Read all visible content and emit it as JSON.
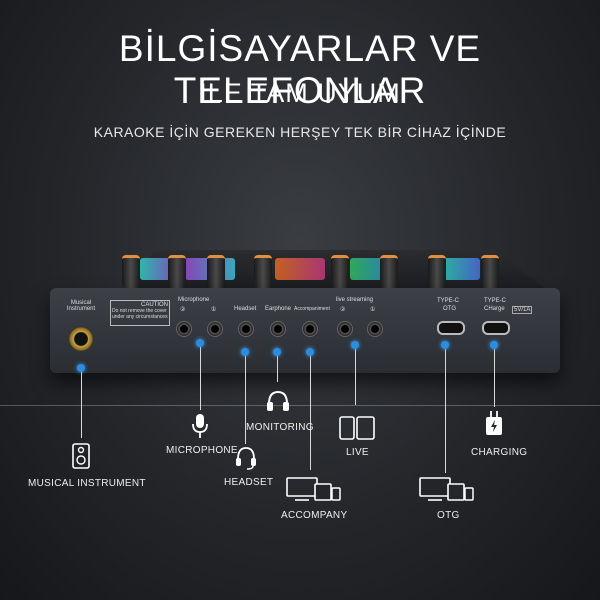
{
  "headline": {
    "line1": "BİLGİSAYARLAR VE TELEFONLAR",
    "line2": "İLE TAM UYUM",
    "subtitle": "KARAOKE İÇİN GEREKEN HERŞEY TEK BİR CİHAZ İÇİNDE"
  },
  "panel": {
    "musical_instrument": "Musical Instrument",
    "caution_title": "CAUTION",
    "caution_text": "Do not remove the cover under any circumstances",
    "microphone": "Microphone",
    "mic_ch2": "②",
    "mic_ch1": "①",
    "headset": "Headset",
    "earphone": "Earphone",
    "accompaniment": "Accompaniment",
    "live_streaming": "live streaming",
    "live_ch2": "②",
    "live_ch1": "①",
    "typec_otg_title": "TYPE-C",
    "typec_otg_sub": "OTG",
    "typec_charge_title": "TYPE-C",
    "typec_charge_sub": "CHarge",
    "charge_rating": "5V/1A"
  },
  "callouts": {
    "musical_instrument": "MUSICAL INSTRUMENT",
    "microphone": "MICROPHONE",
    "headset": "HEADSET",
    "monitoring": "MONITORING",
    "accompany": "ACCOMPANY",
    "live": "LIVE",
    "otg": "OTG",
    "charging": "CHARGING"
  },
  "icons": {
    "speaker": "speaker-icon",
    "microphone": "microphone-icon",
    "headset": "headset-icon",
    "headphones": "headphones-icon",
    "devices": "devices-icon",
    "phone_tablet": "phone-tablet-icon",
    "charger": "charger-icon"
  },
  "colors": {
    "dot": "#2a8de0",
    "knob_accent": "#e09040"
  }
}
